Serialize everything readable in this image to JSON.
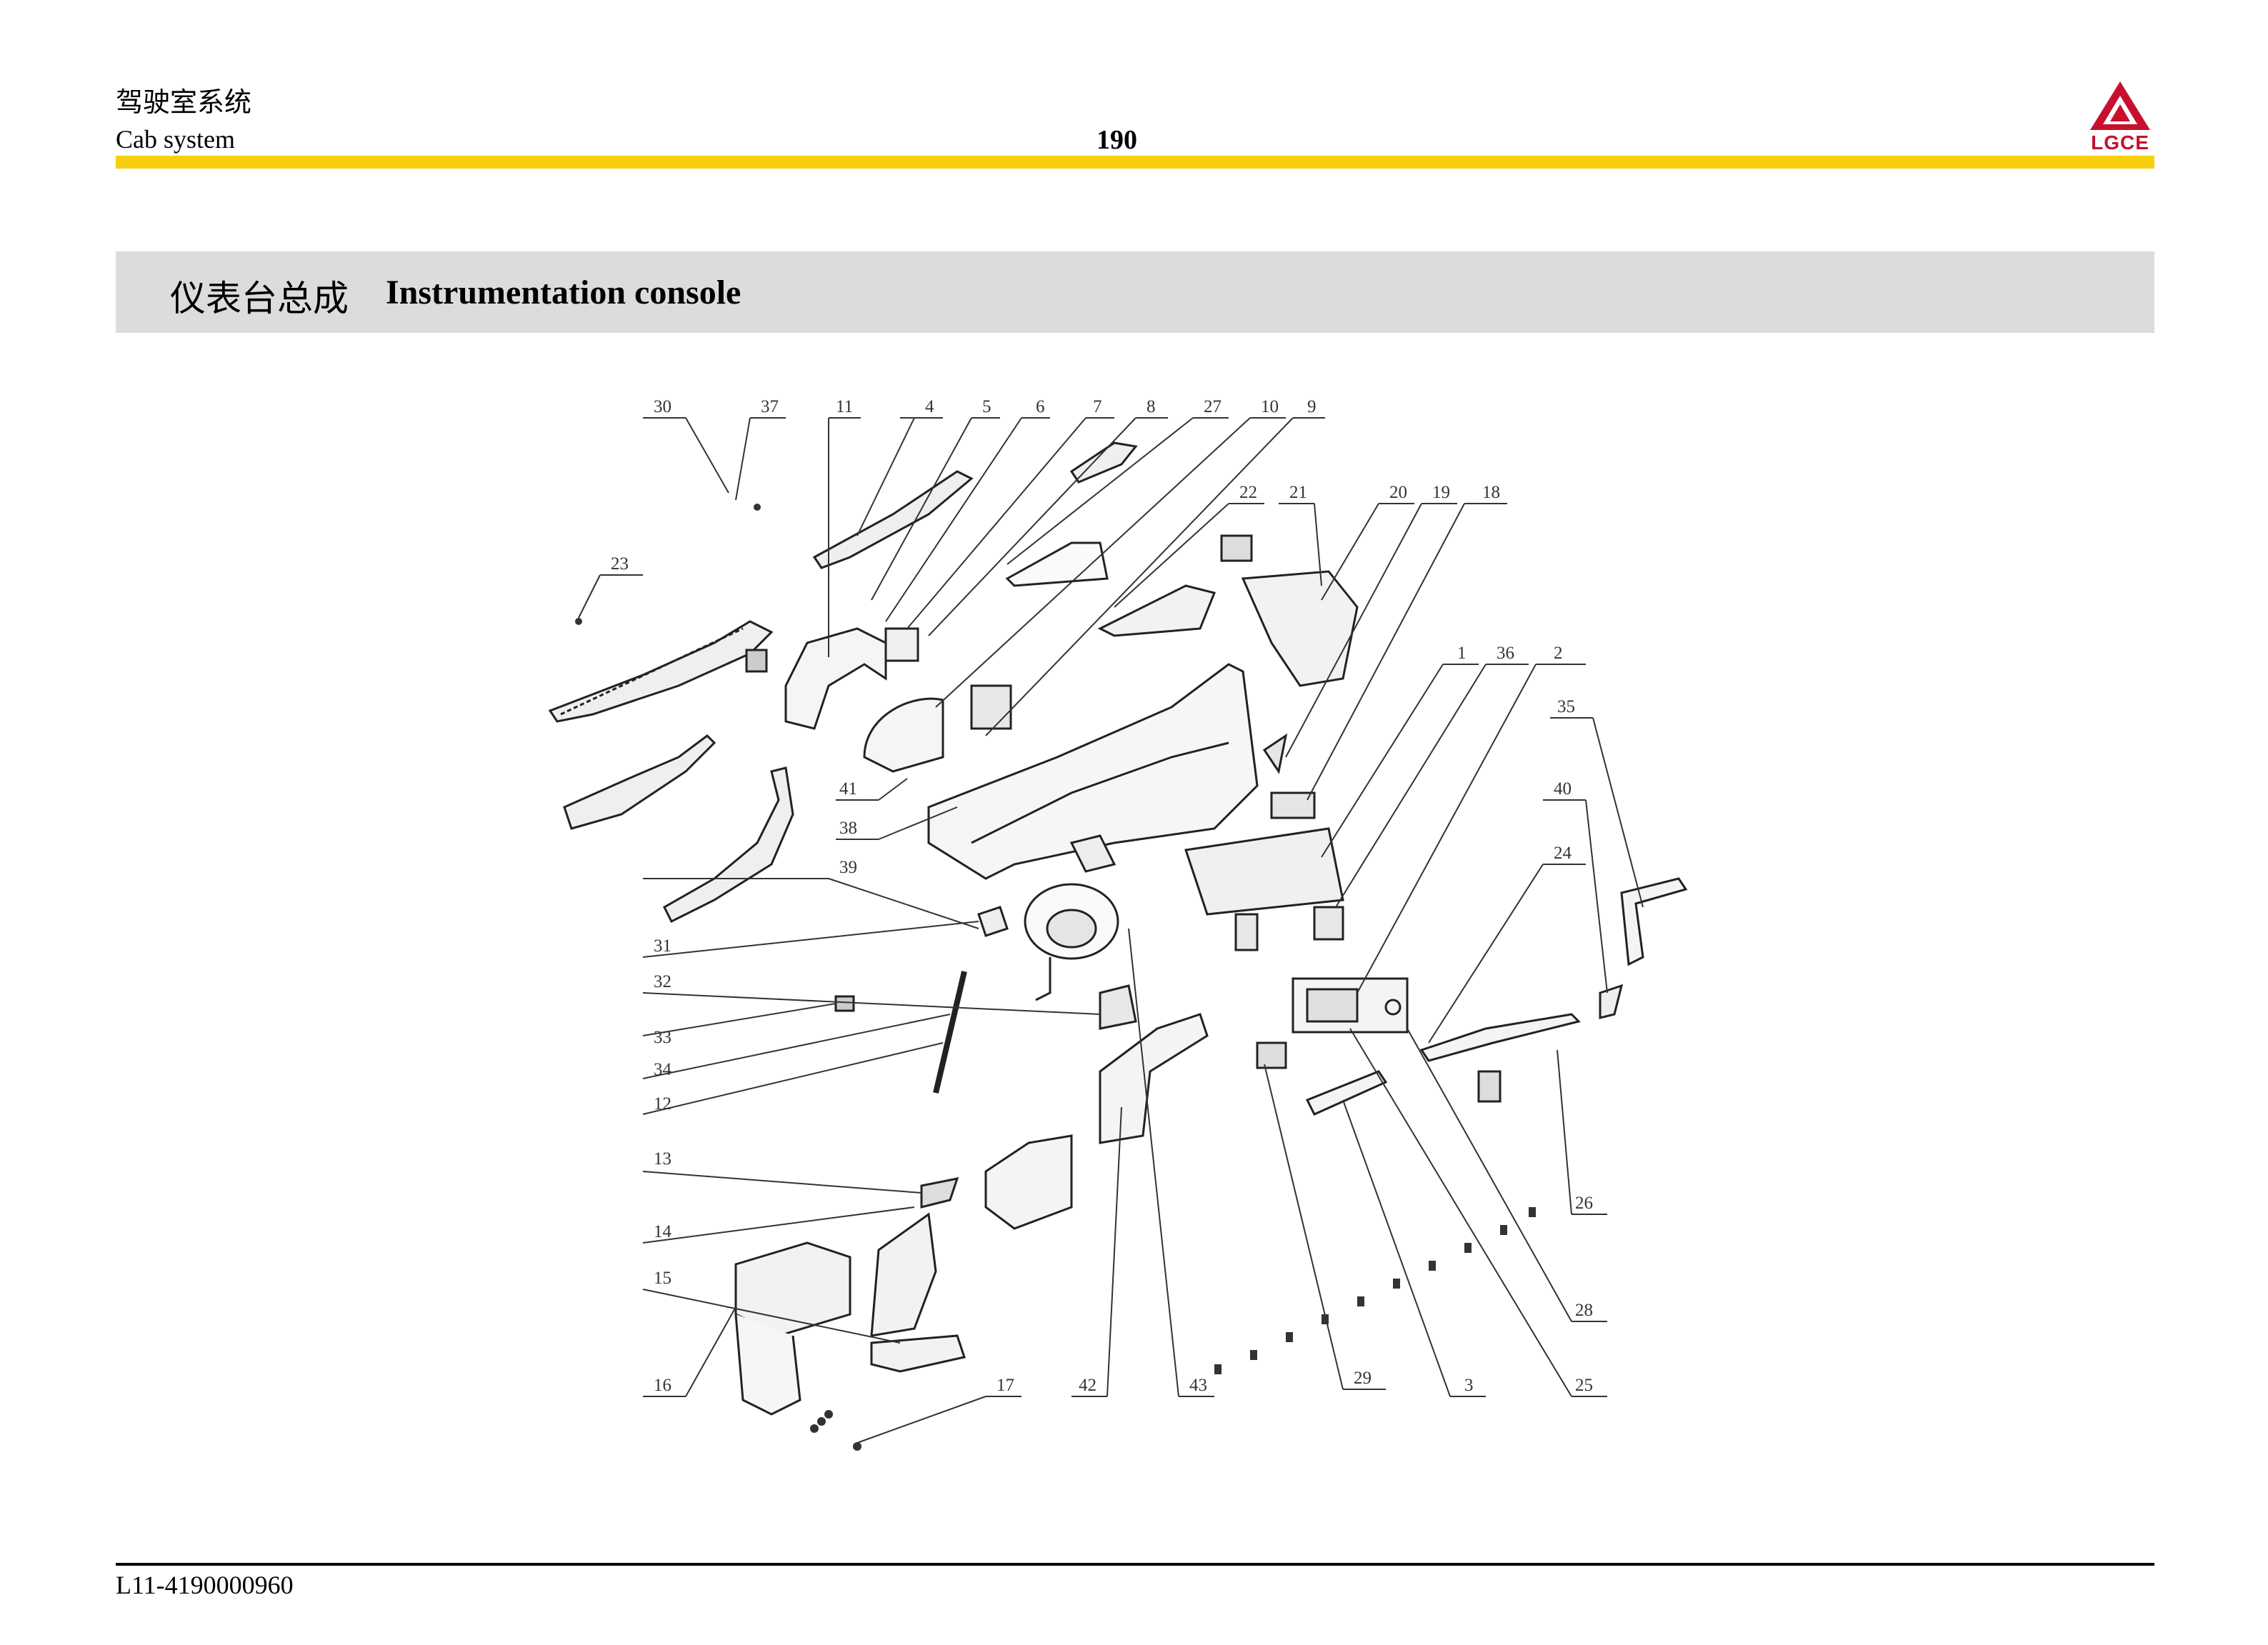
{
  "header": {
    "section_cn": "驾驶室系统",
    "section_en": "Cab system",
    "page_number": "190",
    "logo_text": "LGCE",
    "accent_color": "#f7cf0f",
    "logo_color": "#c8102e"
  },
  "title": {
    "cn": "仪表台总成",
    "en": "Instrumentation console"
  },
  "callouts": [
    "30",
    "37",
    "11",
    "4",
    "5",
    "6",
    "7",
    "8",
    "27",
    "10",
    "9",
    "22",
    "21",
    "20",
    "19",
    "18",
    "23",
    "1",
    "36",
    "2",
    "35",
    "40",
    "24",
    "41",
    "38",
    "39",
    "31",
    "32",
    "33",
    "34",
    "12",
    "13",
    "14",
    "15",
    "16",
    "17",
    "42",
    "43",
    "29",
    "3",
    "25",
    "28",
    "26"
  ],
  "footer": {
    "doc_code": "L11-4190000960"
  }
}
